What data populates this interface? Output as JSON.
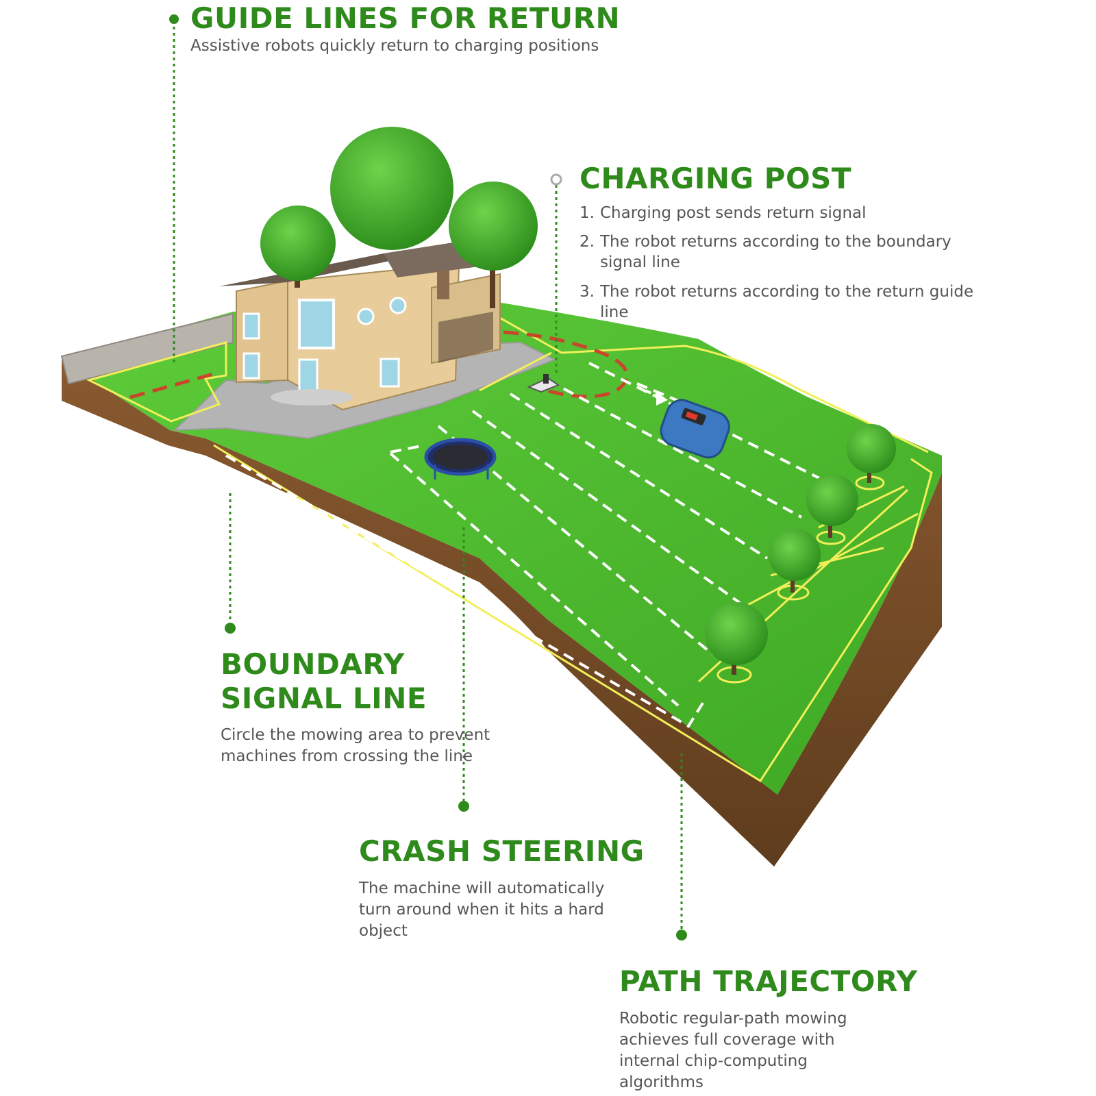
{
  "colors": {
    "accent_green": "#2f8a1c",
    "lawn": "#4cbb2d",
    "soil": "#7a4f2a",
    "boundary_line": "#f2ef5a",
    "return_guide_line": "#c9452b",
    "path_dashes": "#ffffff",
    "body_text": "#555555"
  },
  "icons": {
    "house": "house-illustration",
    "robot": "robot-mower-icon",
    "trampoline": "trampoline-icon",
    "tree": "tree-icon",
    "charging_post": "charging-post-icon"
  },
  "guide": {
    "title": "GUIDE LINES FOR RETURN",
    "desc": "Assistive robots quickly return to charging positions"
  },
  "charging": {
    "title": "CHARGING POST",
    "items": [
      {
        "num": "1.",
        "text": "Charging post sends return signal"
      },
      {
        "num": "2.",
        "text": "The robot returns according to the boundary signal line"
      },
      {
        "num": "3.",
        "text": "The robot returns according to the return guide line"
      }
    ]
  },
  "boundary": {
    "title_line1": "BOUNDARY",
    "title_line2": "SIGNAL LINE",
    "desc": "Circle the mowing area to prevent machines from crossing the line"
  },
  "crash": {
    "title": "CRASH STEERING",
    "desc": "The machine will automatically turn around when it hits a hard object"
  },
  "path": {
    "title": "PATH TRAJECTORY",
    "desc": "Robotic regular-path mowing achieves full coverage with internal chip-computing algorithms"
  }
}
